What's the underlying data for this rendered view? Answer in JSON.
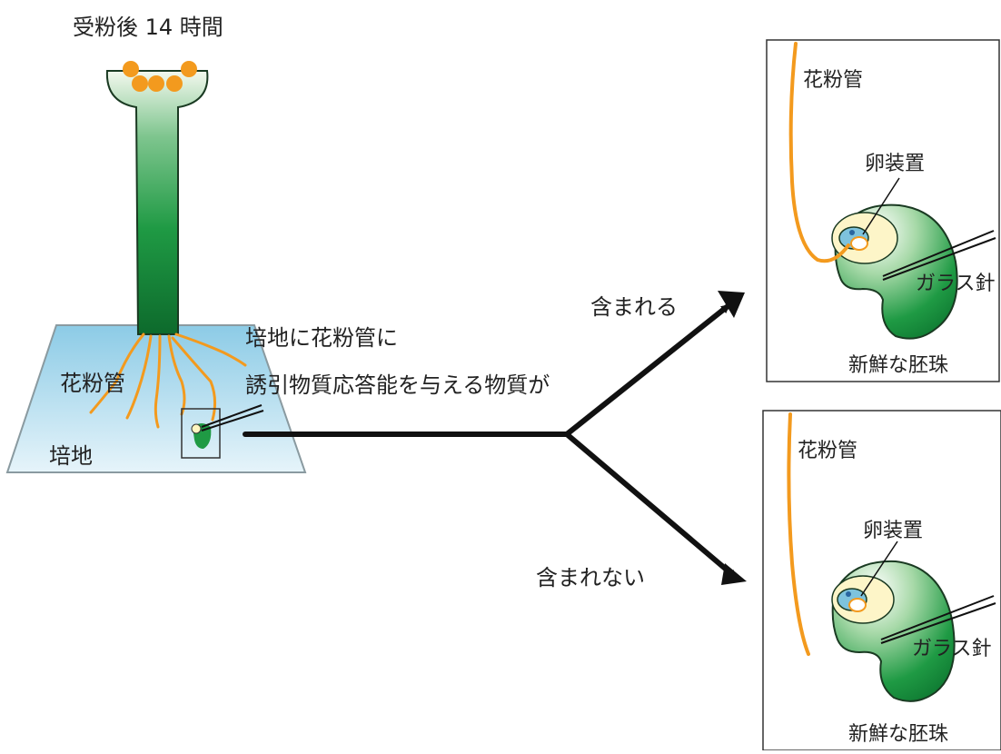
{
  "header": {
    "time_label": "受粉後 14 時間"
  },
  "dish": {
    "pollen_tube_label": "花粉管",
    "medium_label": "培地"
  },
  "question": {
    "line1": "培地に花粉管に",
    "line2": "誘引物質応答能を与える物質が"
  },
  "branches": {
    "included": "含まれる",
    "not_included": "含まれない"
  },
  "panel_top": {
    "pollen_tube_label": "花粉管",
    "egg_apparatus_label": "卵装置",
    "needle_label": "ガラス針",
    "ovule_label": "新鮮な胚珠"
  },
  "panel_bottom": {
    "pollen_tube_label": "花粉管",
    "egg_apparatus_label": "卵装置",
    "needle_label": "ガラス針",
    "ovule_label": "新鮮な胚珠"
  },
  "colors": {
    "pollen": "#f39a1e",
    "ovule_green": "#1a8a3a",
    "medium_blue": "#bfe3f3",
    "arrow": "#111111"
  }
}
